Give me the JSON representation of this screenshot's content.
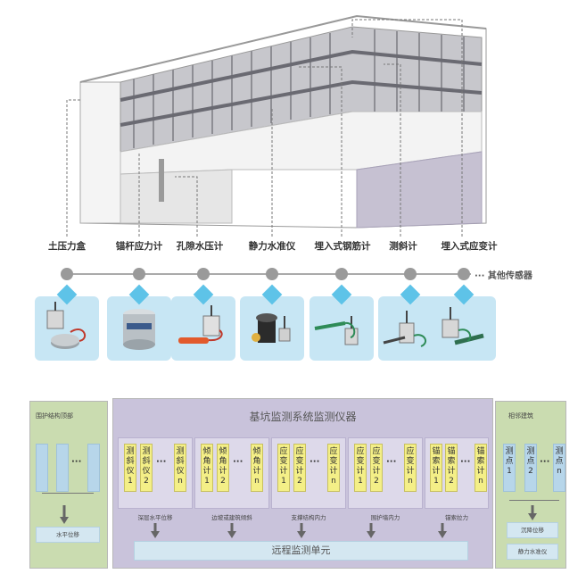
{
  "sensors": [
    {
      "label": "土压力盒"
    },
    {
      "label": "锚杆应力计"
    },
    {
      "label": "孔隙水压计"
    },
    {
      "label": "静力水准仪"
    },
    {
      "label": "埋入式钢筋计"
    },
    {
      "label": "测斜计"
    },
    {
      "label": "埋入式应变计"
    }
  ],
  "other_sensors": "··· 其他传感器",
  "system": {
    "title": "基坑监测系统监测仪器",
    "left_panel_title": "围护结构顶部",
    "right_panel_title": "相邻建筑",
    "groups": [
      {
        "label": "深层水平位移",
        "items": [
          {
            "text": [
              "测",
              "斜",
              "仪",
              "1"
            ]
          },
          {
            "text": [
              "测",
              "斜",
              "仪",
              "2"
            ]
          },
          {
            "text": [
              "测",
              "斜",
              "仪",
              "n"
            ]
          }
        ]
      },
      {
        "label": "边坡或建筑倾斜",
        "items": [
          {
            "text": [
              "倾",
              "角",
              "计",
              "1"
            ]
          },
          {
            "text": [
              "倾",
              "角",
              "计",
              "2"
            ]
          },
          {
            "text": [
              "倾",
              "角",
              "计",
              "n"
            ]
          }
        ]
      },
      {
        "label": "支撑结构内力",
        "items": [
          {
            "text": [
              "应",
              "变",
              "计",
              "1"
            ]
          },
          {
            "text": [
              "应",
              "变",
              "计",
              "2"
            ]
          },
          {
            "text": [
              "应",
              "变",
              "计",
              "n"
            ]
          }
        ]
      },
      {
        "label": "围护墙内力",
        "items": [
          {
            "text": [
              "应",
              "变",
              "计",
              "1"
            ]
          },
          {
            "text": [
              "应",
              "变",
              "计",
              "2"
            ]
          },
          {
            "text": [
              "应",
              "变",
              "计",
              "n"
            ]
          }
        ]
      },
      {
        "label": "锚索拉力",
        "items": [
          {
            "text": [
              "锚",
              "索",
              "计",
              "1"
            ]
          },
          {
            "text": [
              "锚",
              "索",
              "计",
              "2"
            ]
          },
          {
            "text": [
              "锚",
              "索",
              "计",
              "n"
            ]
          }
        ]
      }
    ],
    "right_points": [
      {
        "text": [
          "测",
          "点",
          "1"
        ]
      },
      {
        "text": [
          "测",
          "点",
          "2"
        ]
      },
      {
        "text": [
          "测",
          "点",
          "n"
        ]
      }
    ],
    "ellipsis": "···",
    "left_output": "水平位移",
    "right_output_1": "沉降位移",
    "right_output_2": "静力水准仪",
    "remote_unit": "远程监测单元"
  }
}
